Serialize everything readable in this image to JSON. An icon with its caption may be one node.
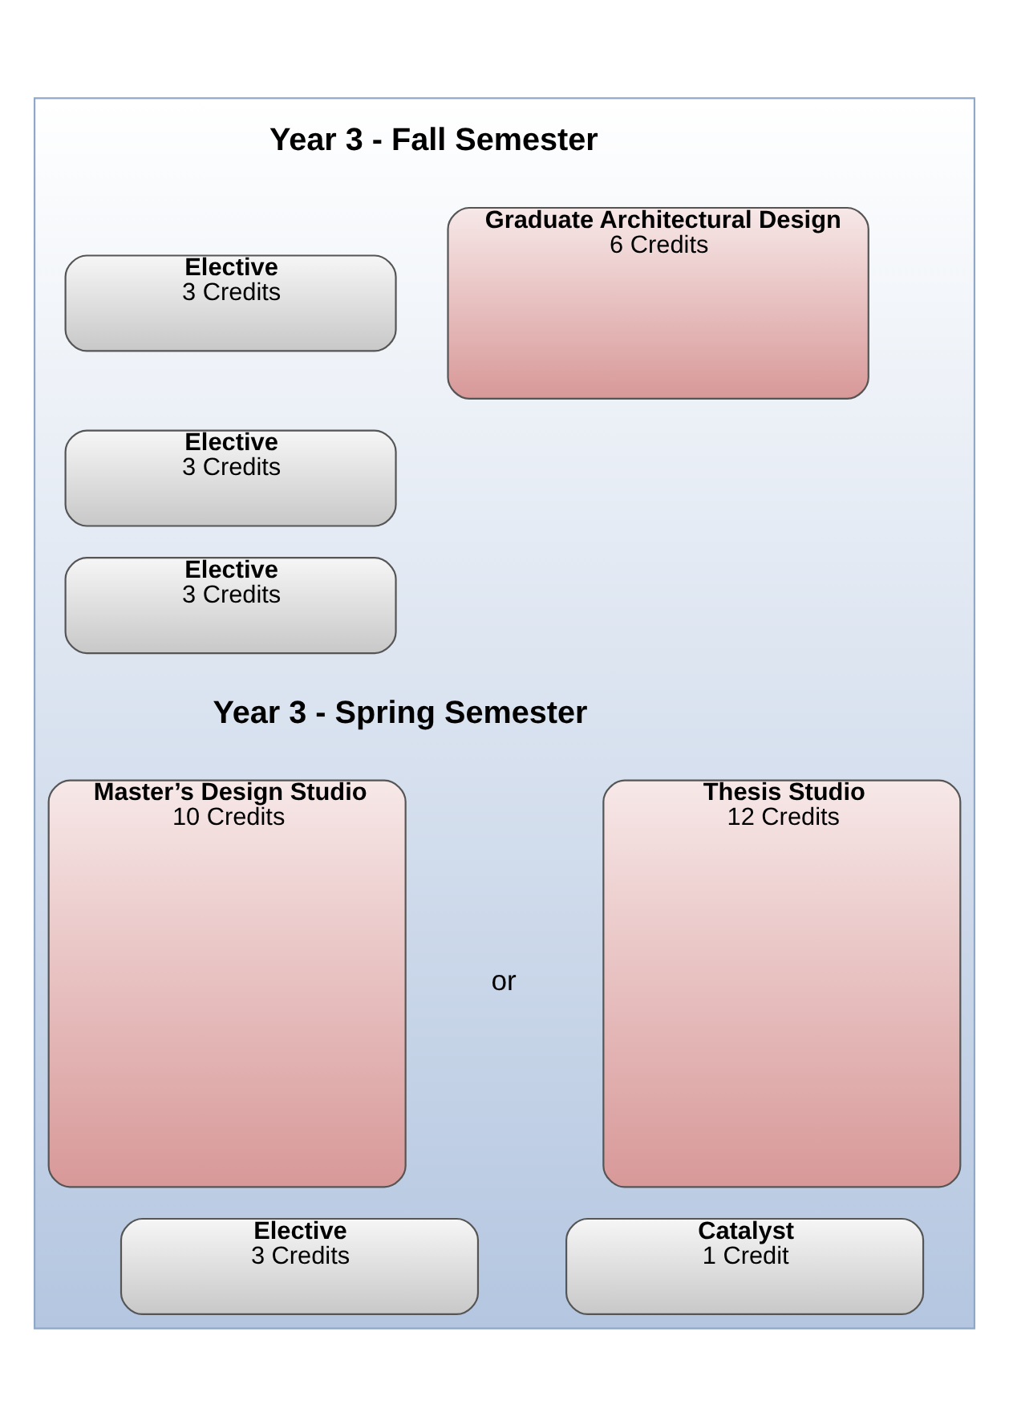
{
  "diagram": {
    "nodes": [
      {
        "text": [],
        "shape": "box"
      },
      {
        "text": [
          "Elective",
          "3 Credits"
        ],
        "in": 0
      },
      {
        "text": [
          "Graduate Architectural Design",
          "6 Credits"
        ],
        "in": 0
      },
      {
        "text": [
          "Elective",
          "3 Credits"
        ],
        "in": 0
      },
      {
        "text": [
          "Elective",
          "3 Credits"
        ],
        "in": 0
      },
      {
        "text": [
          "Master’s Design Studio",
          "10 Credits"
        ],
        "in": 0
      },
      {
        "text": [
          "Thesis Studio",
          "12 Credits"
        ],
        "in": 0
      },
      {
        "text": [
          "Elective",
          "3 Credits"
        ],
        "in": 0
      },
      {
        "text": [
          "Catalyst",
          "1 Credit"
        ],
        "in": 0
      }
    ],
    "labels": [
      "Year 3 - Fall Semester",
      "Year 3 - Spring Semester",
      "or"
    ]
  }
}
